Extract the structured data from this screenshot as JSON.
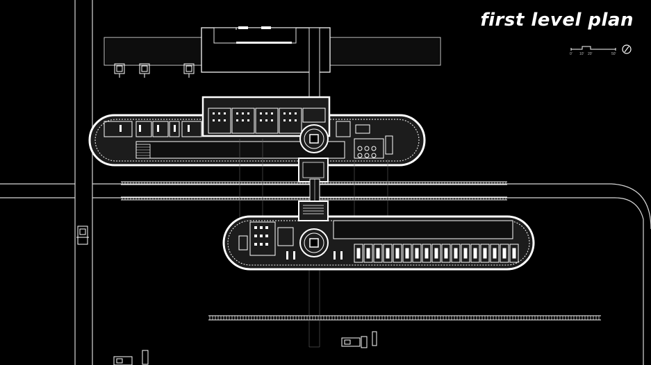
{
  "title": "first level plan",
  "scale_bar": {
    "labels": [
      "0'",
      "10'",
      "20'",
      "50'"
    ]
  },
  "colors": {
    "background": "#000000",
    "linework": "#ffffff",
    "building_fill": "#1c1c1c"
  },
  "icons": {
    "north_arrow": "north-arrow-icon",
    "vehicle": "truck-icon"
  }
}
